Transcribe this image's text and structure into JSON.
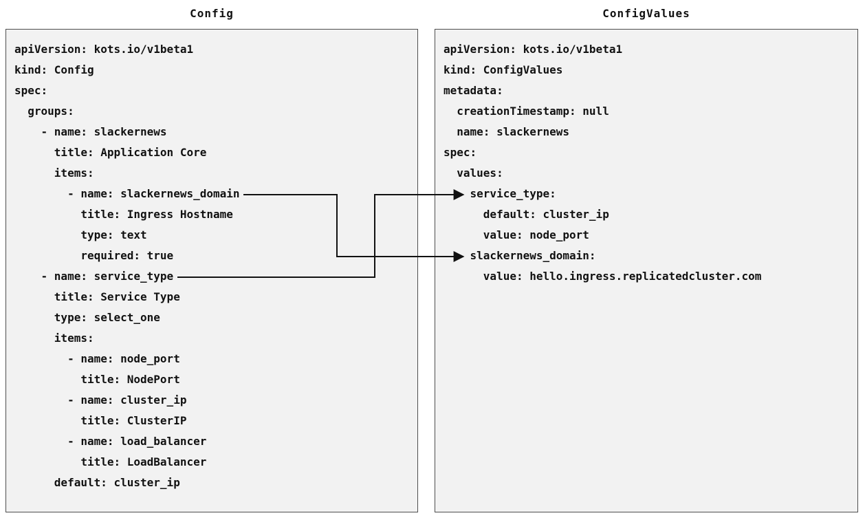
{
  "left_panel": {
    "title": "Config",
    "lines": [
      "apiVersion: kots.io/v1beta1",
      "kind: Config",
      "spec:",
      "  groups:",
      "    - name: slackernews",
      "      title: Application Core",
      "      items:",
      "        - name: slackernews_domain",
      "          title: Ingress Hostname",
      "          type: text",
      "          required: true",
      "    - name: service_type",
      "      title: Service Type",
      "      type: select_one",
      "      items:",
      "        - name: node_port",
      "          title: NodePort",
      "        - name: cluster_ip",
      "          title: ClusterIP",
      "        - name: load_balancer",
      "          title: LoadBalancer",
      "      default: cluster_ip"
    ]
  },
  "right_panel": {
    "title": "ConfigValues",
    "lines": [
      "apiVersion: kots.io/v1beta1",
      "kind: ConfigValues",
      "metadata:",
      "  creationTimestamp: null",
      "  name: slackernews",
      "spec:",
      "  values:",
      "    service_type:",
      "      default: cluster_ip",
      "      value: node_port",
      "    slackernews_domain:",
      "      value: hello.ingress.replicatedcluster.com"
    ]
  },
  "connections": [
    {
      "from": "Config spec.groups[0].items[0] name: slackernews_domain",
      "to": "ConfigValues spec.values.slackernews_domain"
    },
    {
      "from": "Config spec.groups[1] name: service_type",
      "to": "ConfigValues spec.values.service_type"
    }
  ],
  "colors": {
    "panel_background": "#f2f2f2",
    "panel_border": "#4d4d4d",
    "text": "#111111",
    "arrow": "#111111",
    "page_background": "#ffffff"
  }
}
